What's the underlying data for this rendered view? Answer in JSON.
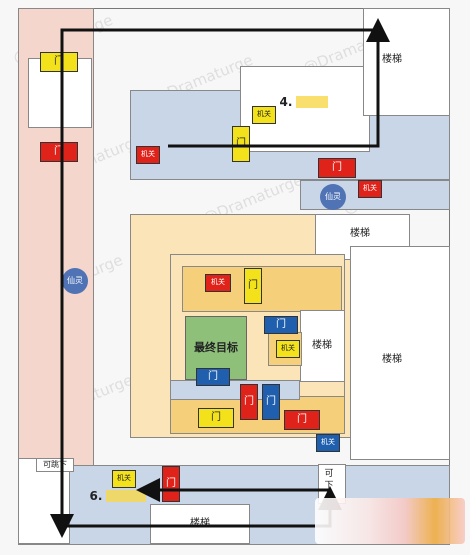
{
  "colors": {
    "room_pink": "#f4d6cc",
    "room_blue": "#c9d6e8",
    "room_yellow": "#fae4b8",
    "room_gold": "#f5cf7a",
    "room_green": "#8fc07a",
    "room_white": "#ffffff",
    "door_yellow": "#f3e21b",
    "door_red": "#e0231a",
    "door_blue": "#1f5fae",
    "spirit_blue": "#4f73b5",
    "arrow": "#111111"
  },
  "watermark": "@Dramaturge",
  "labels": {
    "door": "门",
    "switch": "机关",
    "stairs": "楼梯",
    "spirit": "仙灵",
    "final_goal": "最终目标",
    "go_down": "可跳下",
    "can": "可",
    "down": "下"
  },
  "steps": {
    "step4_num": "4.",
    "step6_num": "6."
  }
}
